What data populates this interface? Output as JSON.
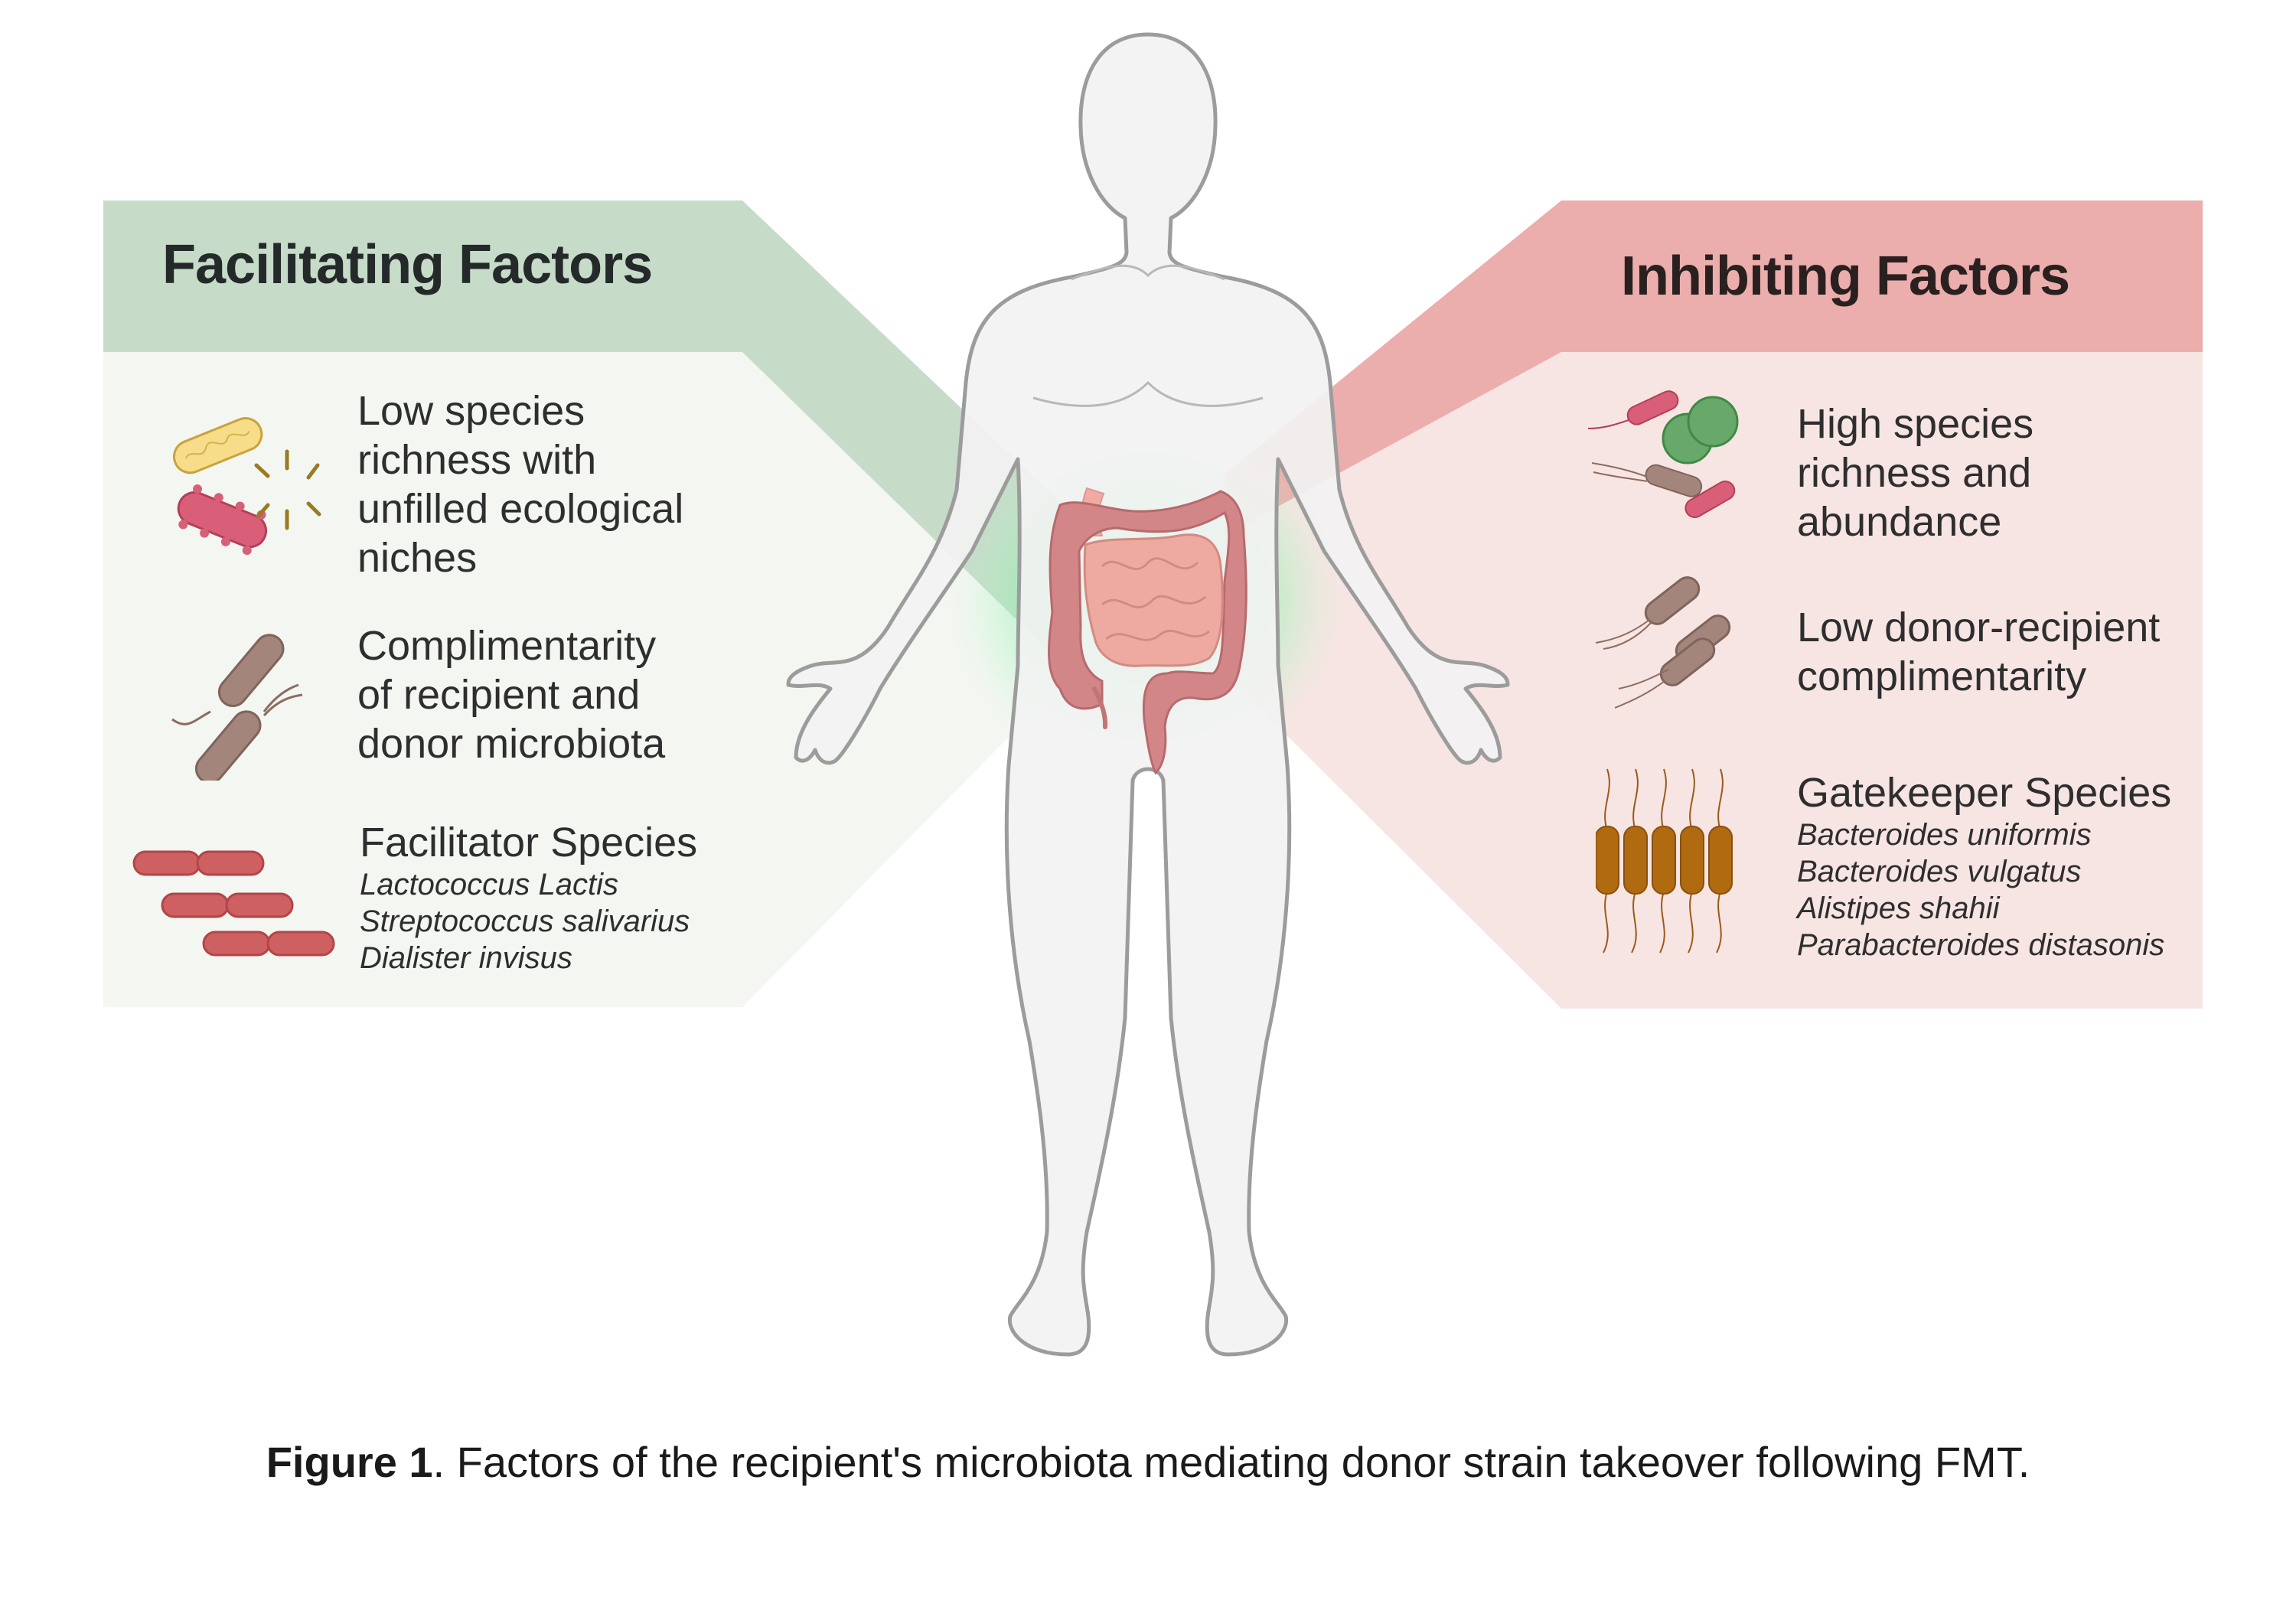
{
  "colors": {
    "facilitating_header": "#c7dbc9",
    "facilitating_body": "#f3f6f1",
    "inhibiting_header": "#ecadad",
    "inhibiting_body": "#f7e5e3",
    "glow": "#5ef08f",
    "body_fill": "#f2f2f2",
    "body_outline": "#9a9a9a",
    "intestine_large": "#d38687",
    "intestine_small": "#eeaaa0"
  },
  "facilitating": {
    "title": "Facilitating Factors",
    "items": [
      {
        "icon": "bacteria-pair-icon",
        "lines": [
          "Low species",
          "richness with",
          "unfilled ecological",
          "niches"
        ]
      },
      {
        "icon": "flagellated-bacteria-icon",
        "lines": [
          "Complimentarity",
          "of recipient and",
          "donor microbiota"
        ]
      },
      {
        "icon": "rod-chain-bacteria-icon",
        "title": "Facilitator Species",
        "species": [
          "Lactococcus Lactis",
          "Streptococcus salivarius",
          "Dialister invisus"
        ]
      }
    ]
  },
  "inhibiting": {
    "title": "Inhibiting Factors",
    "items": [
      {
        "icon": "mixed-bacteria-icon",
        "lines": [
          "High species",
          "richness and",
          "abundance"
        ]
      },
      {
        "icon": "flagellated-bacteria-group-icon",
        "lines": [
          "Low donor-recipient",
          "complimentarity"
        ]
      },
      {
        "icon": "gatekeeper-bacteria-icon",
        "title": "Gatekeeper Species",
        "species": [
          "Bacteroides uniformis",
          "Bacteroides vulgatus",
          "Alistipes shahii",
          "Parabacteroides distasonis"
        ]
      }
    ]
  },
  "caption": {
    "label": "Figure 1",
    "text": ". Factors of the recipient's microbiota mediating donor strain takeover following FMT."
  }
}
